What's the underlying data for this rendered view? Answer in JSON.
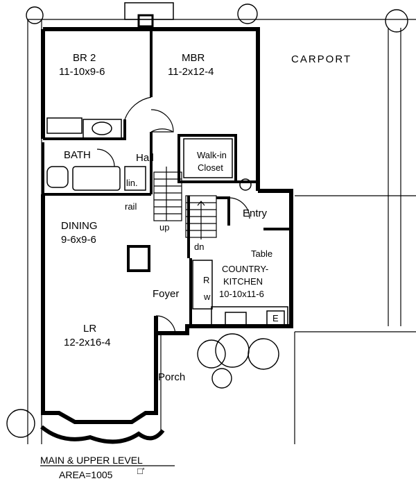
{
  "rooms": {
    "br2_name": "BR 2",
    "br2_dims": "11-10x9-6",
    "mbr_name": "MBR",
    "mbr_dims": "11-2x12-4",
    "carport": "CARPORT",
    "bath": "BATH",
    "hall": "Hall",
    "walkin_line1": "Walk-in",
    "walkin_line2": "Closet",
    "linen": "lin.",
    "rail": "rail",
    "entry": "Entry",
    "dining_name": "DINING",
    "dining_dims": "9-6x9-6",
    "up": "up",
    "dn": "dn",
    "table": "Table",
    "kitchen_line1": "COUNTRY-",
    "kitchen_line2": "KITCHEN",
    "kitchen_dims": "10-10x11-6",
    "refrigerator": "R",
    "washer": "w",
    "range": "E",
    "foyer": "Foyer",
    "lr_name": "LR",
    "lr_dims": "12-2x16-4",
    "porch": "Porch"
  },
  "caption": {
    "level": "MAIN & UPPER LEVEL",
    "area": "AREA=1005",
    "area_unit": "□'"
  },
  "colors": {
    "ink": "#000000",
    "paper": "#ffffff"
  }
}
